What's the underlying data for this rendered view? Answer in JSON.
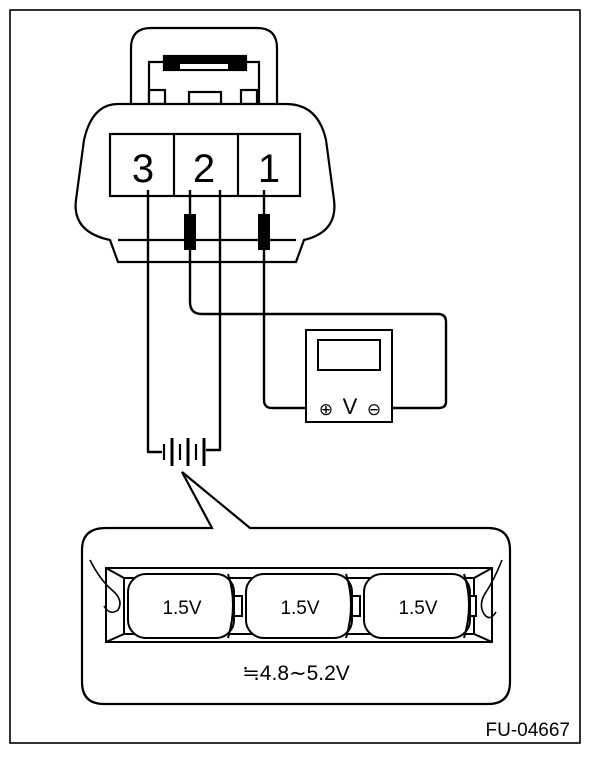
{
  "connector": {
    "pins": [
      "3",
      "2",
      "1"
    ]
  },
  "voltmeter": {
    "label": "V",
    "positive_symbol": "⊕",
    "negative_symbol": "⊖"
  },
  "battery_pack": {
    "cells": [
      "1.5V",
      "1.5V",
      "1.5V"
    ],
    "range_label": "≒4.8∼5.2V"
  },
  "figure_code": "FU-04667"
}
